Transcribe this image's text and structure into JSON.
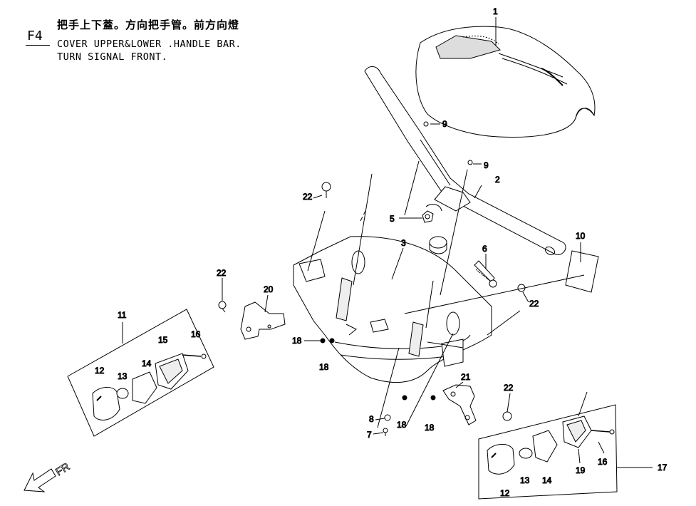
{
  "header": {
    "title_cn": "把手上下蓋。方向把手管。前方向燈",
    "title_en_line1": "COVER UPPER&LOWER .HANDLE BAR.",
    "title_en_line2": "TURN SIGNAL FRONT.",
    "figure_code": "F4"
  },
  "direction_label": "FR",
  "callouts": {
    "c1": "1",
    "c2": "2",
    "c3": "3",
    "c5": "5",
    "c6": "6",
    "c7": "7",
    "c8": "8",
    "c9a": "9",
    "c9b": "9",
    "c10": "10",
    "c11": "11",
    "c12a": "12",
    "c12b": "12",
    "c13a": "13",
    "c13b": "13",
    "c14a": "14",
    "c14b": "14",
    "c15": "15",
    "c16a": "16",
    "c16b": "16",
    "c17": "17",
    "c18a": "18",
    "c18b": "18",
    "c18c": "18",
    "c18d": "18",
    "c19": "19",
    "c20": "20",
    "c21": "21",
    "c22a": "22",
    "c22b": "22",
    "c22c": "22",
    "c22d": "22"
  }
}
